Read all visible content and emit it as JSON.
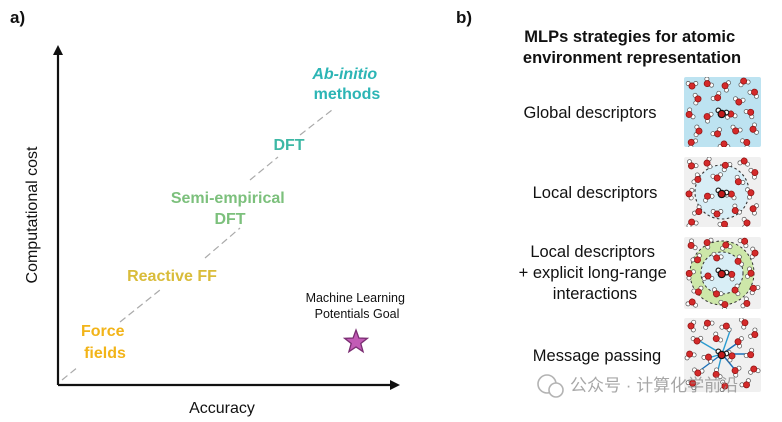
{
  "panel_a": {
    "label": "a)",
    "y_axis_label": "Computational cost",
    "x_axis_label": "Accuracy",
    "methods": [
      {
        "lines": [
          "Ab-initio",
          "methods"
        ],
        "color": "#2cb5b5"
      },
      {
        "lines": [
          "DFT"
        ],
        "color": "#3db8a5"
      },
      {
        "lines": [
          "Semi-empirical",
          "DFT"
        ],
        "color": "#7cc07c"
      },
      {
        "lines": [
          "Reactive FF"
        ],
        "color": "#d9bc3a"
      },
      {
        "lines": [
          "Force",
          "fields"
        ],
        "color": "#f2b419"
      }
    ],
    "goal": {
      "lines": [
        "Machine Learning",
        "Potentials Goal"
      ],
      "star_color": "#c25bb5"
    }
  },
  "panel_b": {
    "label": "b)",
    "title": [
      "MLPs strategies for atomic",
      "environment representation"
    ],
    "rows": [
      {
        "lines": [
          "Global descriptors"
        ],
        "type": "global",
        "bg": "#bde3f1"
      },
      {
        "lines": [
          "Local descriptors"
        ],
        "type": "local",
        "bg": "#f0f0f0"
      },
      {
        "lines": [
          "Local descriptors",
          "+ explicit long-range",
          "interactions"
        ],
        "type": "long-range",
        "bg": "#f0f0f0"
      },
      {
        "lines": [
          "Message passing"
        ],
        "type": "message",
        "bg": "#f0f0f0"
      }
    ]
  },
  "watermark": "公众号 · 计算化学前沿"
}
